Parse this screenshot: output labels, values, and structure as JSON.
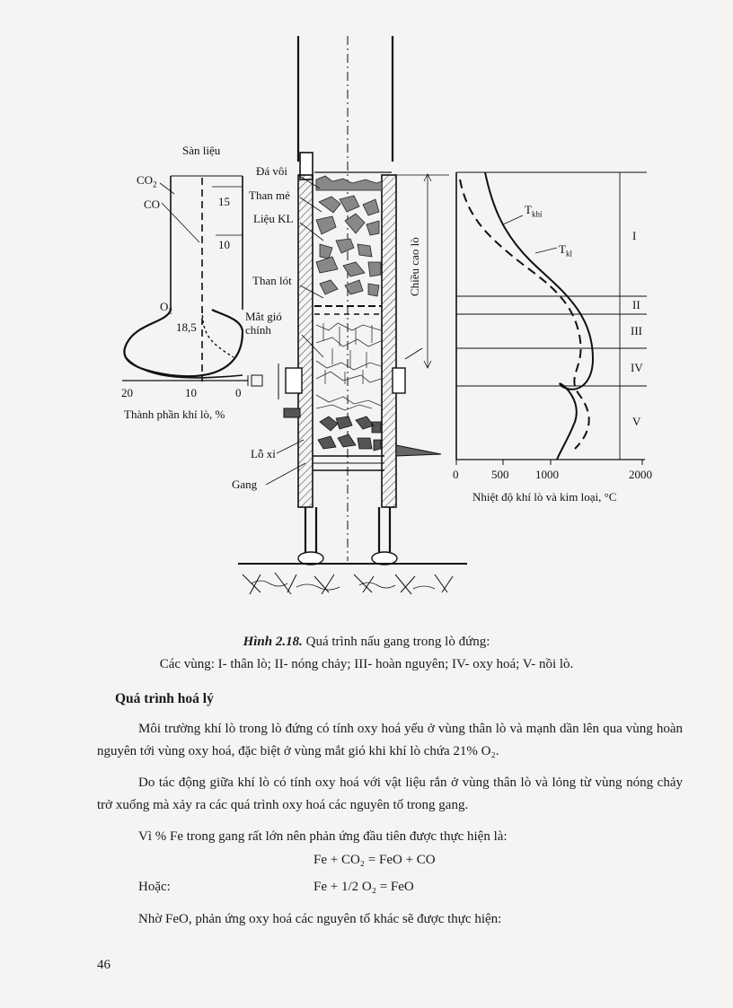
{
  "figure": {
    "left_chart": {
      "top_label": "Sàn liệu",
      "gas_co2": "CO",
      "gas_co": "CO",
      "gas_o2": "O",
      "value_15": "15",
      "value_10": "10",
      "value_185": "18,5",
      "ticks": [
        "20",
        "10",
        "0"
      ],
      "xlabel": "Thành phần khí lò, %"
    },
    "furnace_labels": {
      "limestone": "Đá vôi",
      "coke_small": "Than mẻ",
      "metal_charge": "Liệu KL",
      "coke_bed": "Than lót",
      "main_tuyere": "Mắt gió chính",
      "slag": "Lỗ xỉ",
      "iron": "Gang"
    },
    "height_label": "Chiều cao lò",
    "right_chart": {
      "t_gas": "T",
      "t_gas_sub": "khí",
      "t_metal": "T",
      "t_metal_sub": "kl",
      "zones": [
        "I",
        "II",
        "III",
        "IV",
        "V"
      ],
      "ticks": [
        "0",
        "500",
        "1000",
        "2000"
      ],
      "xlabel": "Nhiệt độ khí lò và kim loại, °C"
    }
  },
  "caption": {
    "figure_number": "Hình 2.18.",
    "title": "Quá trình nấu gang trong lò đứng:",
    "zones": "Các vùng: I- thân lò; II- nóng chảy; III- hoàn nguyên; IV- oxy hoá; V- nồi lò."
  },
  "section_heading": "Quá trình hoá lý",
  "paragraphs": [
    "Môi trường khí lò trong lò đứng có tính oxy hoá yếu ở vùng thân lò và mạnh dần lên qua vùng hoàn nguyên tới vùng oxy hoá, đặc biệt ở vùng mắt gió khi khí lò chứa 21% O₂.",
    "Do tác động giữa khí lò có tính oxy hoá với vật liệu rắn ở vùng thân lò và lỏng từ vùng nóng chảy trở xuống mà xảy ra các quá trình oxy hoá các nguyên tố trong gang.",
    "Vì % Fe trong gang rất lớn nên phản ứng đầu tiên được thực hiện là:"
  ],
  "equations": {
    "eq1": "Fe +  CO₂ = FeO + CO",
    "label_or": "Hoặc:",
    "eq2": "Fe + 1/2 O₂ = FeO"
  },
  "closing": "Nhờ FeO, phản ứng oxy hoá các nguyên tố khác sẽ được thực hiện:",
  "page_number": "46"
}
